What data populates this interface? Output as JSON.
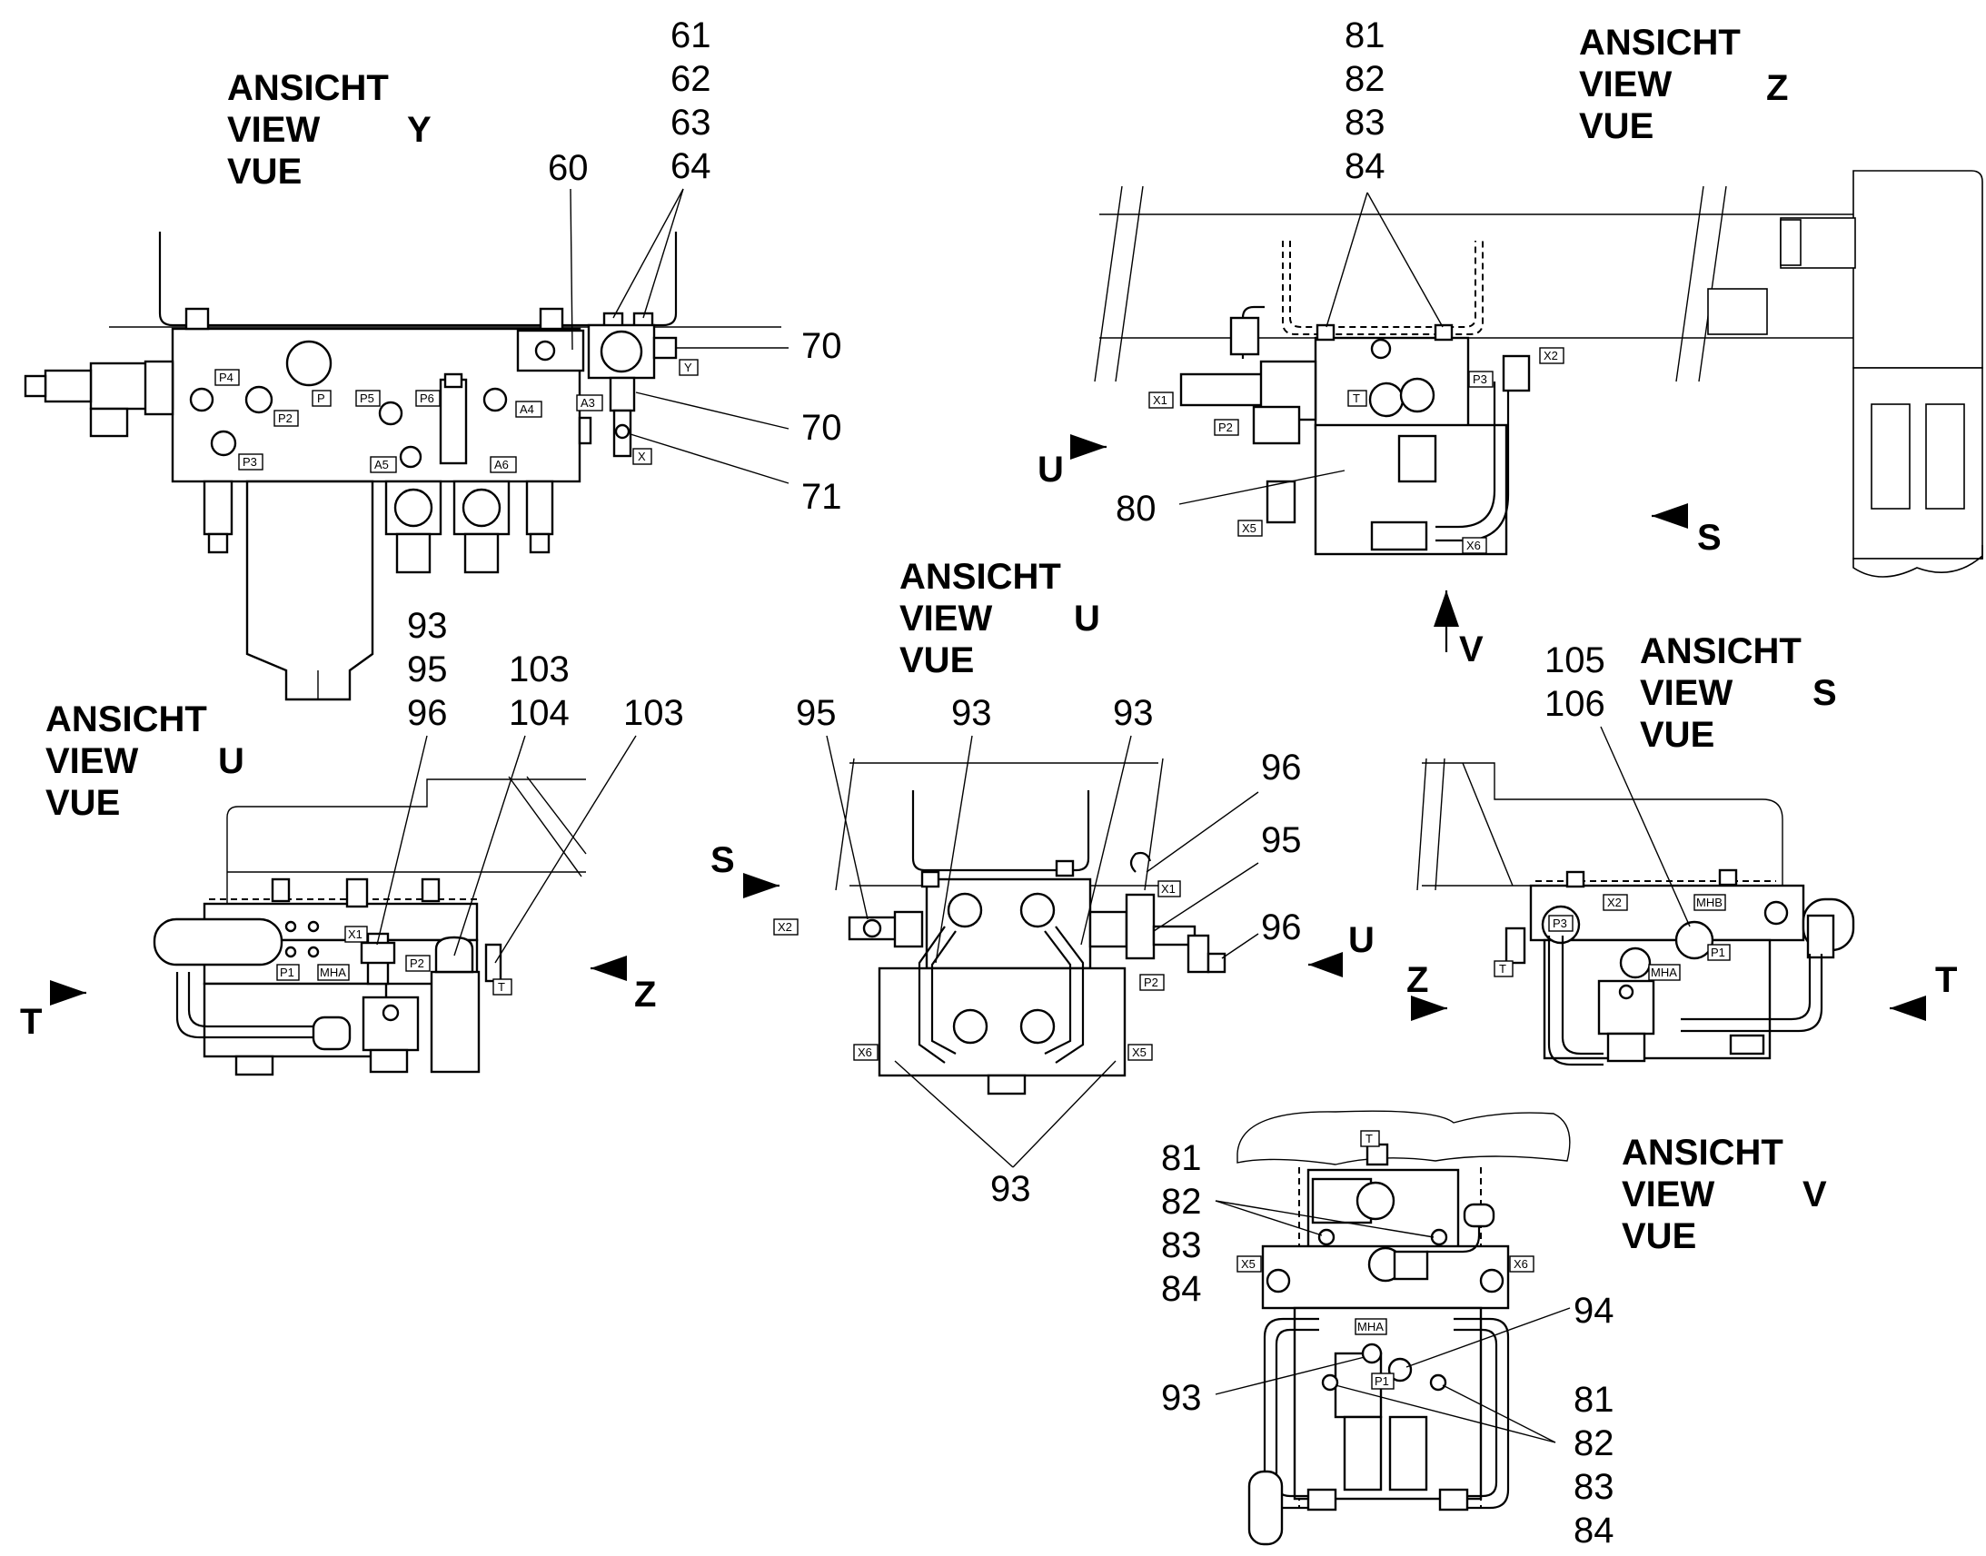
{
  "views": {
    "y": {
      "l1": "ANSICHT",
      "l2": "VIEW",
      "l3": "VUE",
      "letter": "Y"
    },
    "z": {
      "l1": "ANSICHT",
      "l2": "VIEW",
      "l3": "VUE",
      "letter": "Z"
    },
    "u1": {
      "l1": "ANSICHT",
      "l2": "VIEW",
      "l3": "VUE",
      "letter": "U"
    },
    "u2": {
      "l1": "ANSICHT",
      "l2": "VIEW",
      "l3": "VUE",
      "letter": "U"
    },
    "s": {
      "l1": "ANSICHT",
      "l2": "VIEW",
      "l3": "VUE",
      "letter": "S"
    },
    "v": {
      "l1": "ANSICHT",
      "l2": "VIEW",
      "l3": "VUE",
      "letter": "V"
    }
  },
  "arrows": {
    "u_main": "U",
    "s_main": "S",
    "v_main": "V",
    "t_left": "T",
    "z_left": "Z",
    "s_mid": "S",
    "u_mid": "U",
    "z_right": "Z",
    "t_right": "T"
  },
  "callouts": {
    "y": {
      "c60": "60",
      "c61": "61",
      "c62": "62",
      "c63": "63",
      "c64": "64",
      "c70a": "70",
      "c70b": "70",
      "c71": "71"
    },
    "z": {
      "c81": "81",
      "c82": "82",
      "c83": "83",
      "c84": "84",
      "c80": "80"
    },
    "u1": {
      "c93": "93",
      "c95": "95",
      "c96": "96",
      "c103a": "103",
      "c104": "104",
      "c103b": "103"
    },
    "u2": {
      "c95a": "95",
      "c93a": "93",
      "c93b": "93",
      "c96a": "96",
      "c95b": "95",
      "c96b": "96",
      "c93c": "93"
    },
    "s": {
      "c105": "105",
      "c106": "106"
    },
    "v": {
      "c81a": "81",
      "c82a": "82",
      "c83a": "83",
      "c84a": "84",
      "c94": "94",
      "c93": "93",
      "c81b": "81",
      "c82b": "82",
      "c83b": "83",
      "c84b": "84"
    }
  },
  "ports": {
    "y": {
      "p4": "P4",
      "p2": "P2",
      "p": "P",
      "p5": "P5",
      "p6": "P6",
      "a4": "A4",
      "a3": "A3",
      "p3": "P3",
      "a5": "A5",
      "a6": "A6",
      "y": "Y",
      "x": "X"
    },
    "z": {
      "x2": "X2",
      "x1": "X1",
      "p3": "P3",
      "t": "T",
      "p2": "P2",
      "x5": "X5",
      "x6": "X6"
    },
    "u1": {
      "x1": "X1",
      "p1": "P1",
      "mha": "MHA",
      "p2": "P2",
      "t": "T"
    },
    "u2": {
      "x1": "X1",
      "x2": "X2",
      "p2": "P2",
      "x6": "X6",
      "x5": "X5"
    },
    "s": {
      "p3": "P3",
      "x2": "X2",
      "mhb": "MHB",
      "p1": "P1",
      "t": "T",
      "mha": "MHA"
    },
    "v": {
      "t": "T",
      "x5": "X5",
      "x6": "X6",
      "mha": "MHA",
      "p1": "P1"
    }
  }
}
